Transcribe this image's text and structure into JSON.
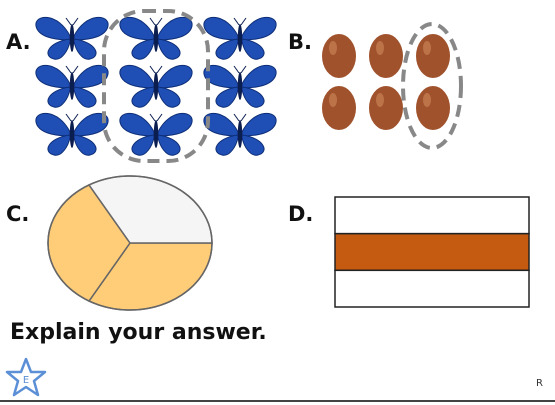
{
  "options": {
    "a_label": "A.",
    "b_label": "B.",
    "c_label": "C.",
    "d_label": "D."
  },
  "butterflies": {
    "rows": 3,
    "cols": 3,
    "circled_column": 2
  },
  "eggs": {
    "rows": 2,
    "cols": 3,
    "circled_column": 3
  },
  "pie": {
    "parts": 3,
    "shaded_parts": 2,
    "colors": {
      "shaded": "#FFCC77",
      "unshaded": "#F5F5F5"
    }
  },
  "bar": {
    "parts": 3,
    "shaded_parts": 1,
    "colors": {
      "shaded": "#C55A11",
      "unshaded": "#FFFFFF"
    }
  },
  "colors": {
    "butterfly": "#1F4FB4",
    "egg": "#A0522D"
  },
  "prompt": "Explain your answer.",
  "star_badge": "E",
  "corner_mark": "R"
}
